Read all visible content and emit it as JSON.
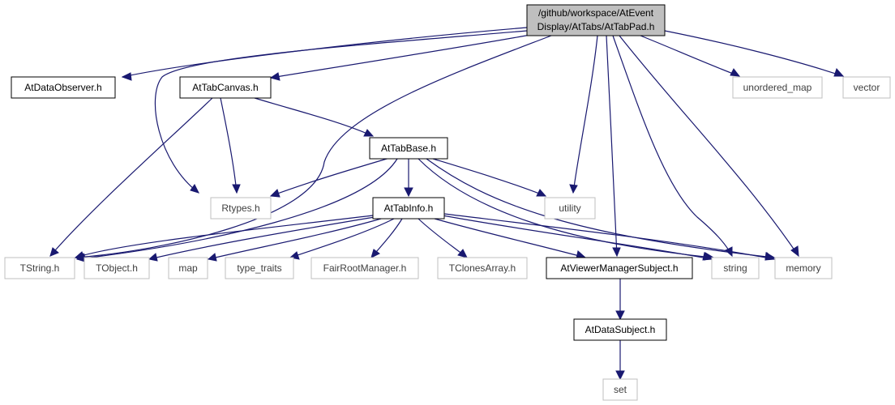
{
  "colors": {
    "edge": "#191970",
    "root_fill": "#bfbfbf",
    "internal_border": "#000000",
    "external_border": "#bfbfbf",
    "external_text": "#404040"
  },
  "nodes": {
    "root": {
      "line1": "/github/workspace/AtEvent",
      "line2": "Display/AtTabs/AtTabPad.h"
    },
    "atdataobserver": "AtDataObserver.h",
    "attabcanvas": "AtTabCanvas.h",
    "unordered_map": "unordered_map",
    "vector": "vector",
    "attabbase": "AtTabBase.h",
    "rtypes": "Rtypes.h",
    "utility": "utility",
    "attabinfo": "AtTabInfo.h",
    "tstring": "TString.h",
    "tobject": "TObject.h",
    "map": "map",
    "type_traits": "type_traits",
    "fairrootmanager": "FairRootManager.h",
    "tclonesarray": "TClonesArray.h",
    "atviewermanagersubject": "AtViewerManagerSubject.h",
    "string": "string",
    "memory": "memory",
    "atdatasubject": "AtDataSubject.h",
    "set": "set"
  }
}
